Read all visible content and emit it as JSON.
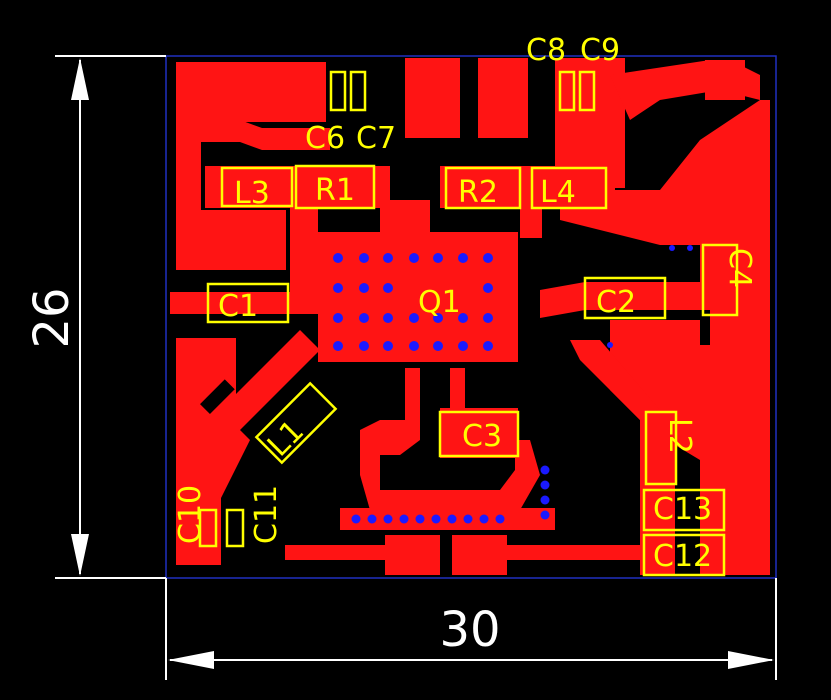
{
  "board": {
    "colors": {
      "background": "#000000",
      "copper": "#ff1414",
      "silk": "#ffff00",
      "via": "#1a1aff",
      "outline": "#2030c0",
      "dimension": "#ffffff"
    },
    "dimensions": {
      "height_label": "26",
      "width_label": "30"
    },
    "labels": {
      "C1": "C1",
      "C2": "C2",
      "C3": "C3",
      "C4": "C4",
      "C6": "C6",
      "C7": "C7",
      "C8": "C8",
      "C9": "C9",
      "C10": "C10",
      "C11": "C11",
      "C12": "C12",
      "C13": "C13",
      "L1": "L1",
      "L2": "L2",
      "L3": "L3",
      "L4": "L4",
      "R1": "R1",
      "R2": "R2",
      "Q1": "Q1"
    }
  }
}
